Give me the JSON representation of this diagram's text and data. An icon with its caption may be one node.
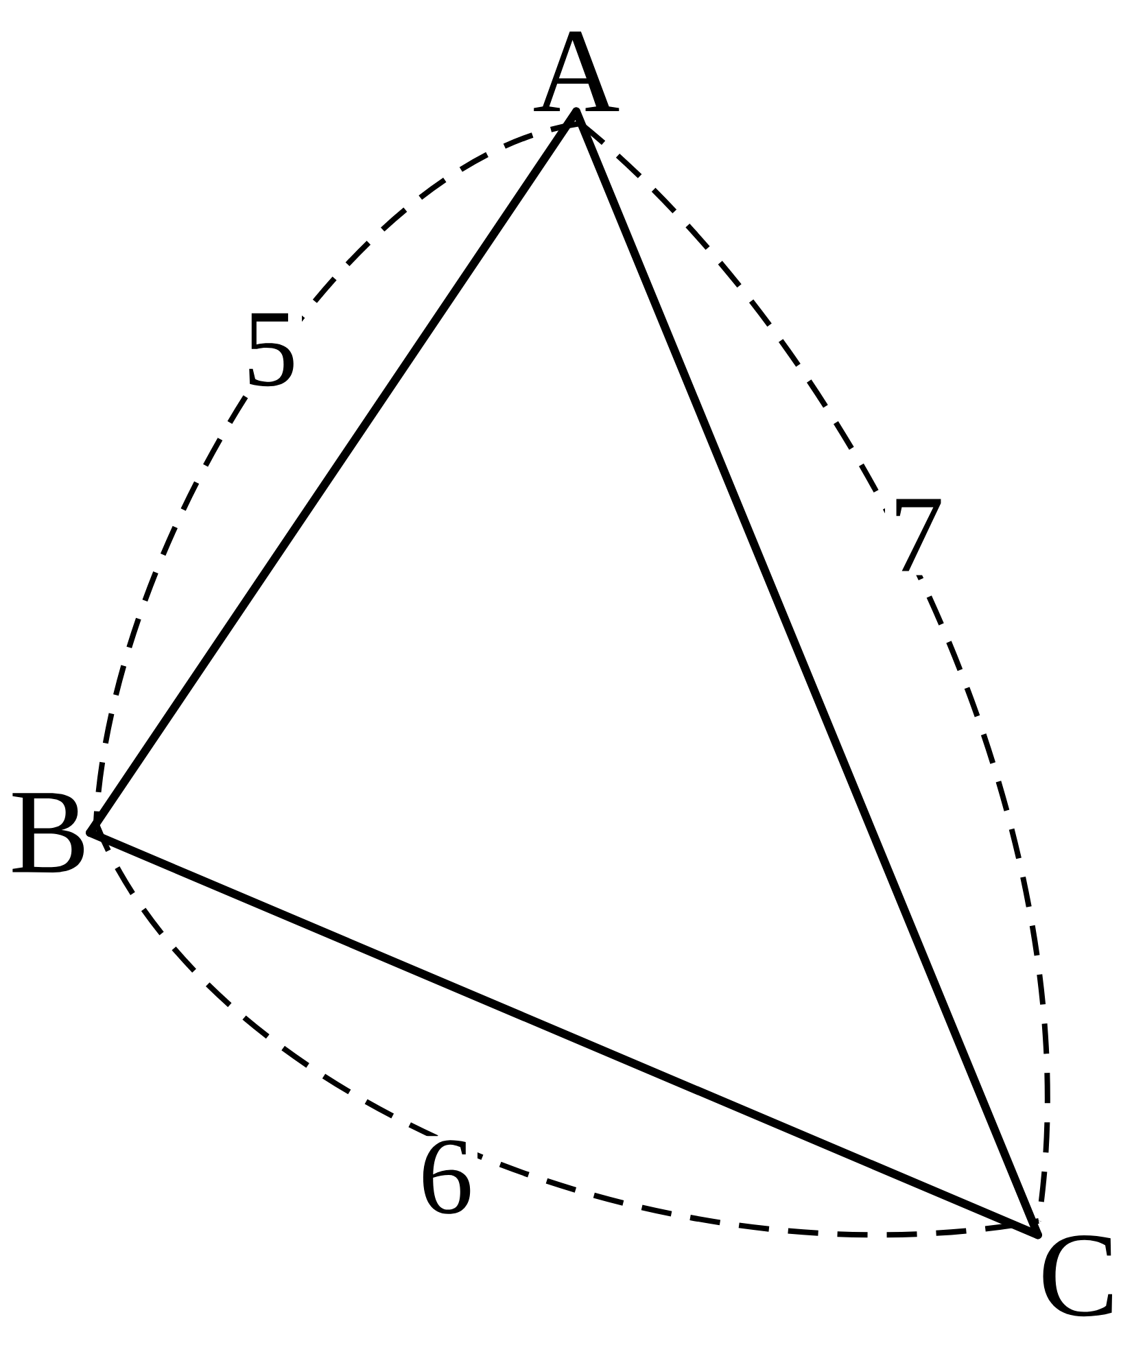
{
  "diagram": {
    "nodes": [
      {
        "text": [
          "A"
        ]
      },
      {
        "text": [
          "B"
        ]
      },
      {
        "text": [
          "C"
        ]
      }
    ],
    "edges": [
      {
        "from": 0,
        "to": 1,
        "arrow": "none"
      },
      {
        "from": 1,
        "to": 2,
        "arrow": "none"
      },
      {
        "from": 2,
        "to": 0,
        "arrow": "none"
      }
    ],
    "labels": [
      "5",
      "7",
      "6"
    ]
  }
}
